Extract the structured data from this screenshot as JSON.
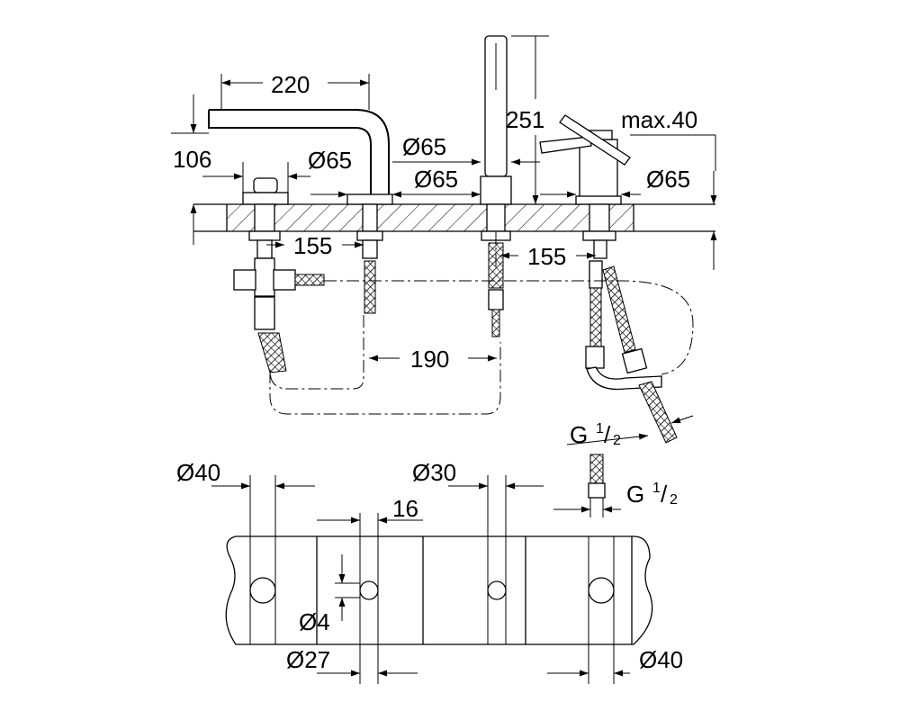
{
  "dimensions": {
    "spout_reach": "220",
    "spout_height": "106",
    "dia_65_a": "Ø65",
    "dia_65_b": "Ø65",
    "dia_65_c": "Ø65",
    "dia_65_d": "Ø65",
    "shower_height": "251",
    "lever_max": "max.40",
    "centers_155_left": "155",
    "centers_155_right": "155",
    "centers_190": "190",
    "thread_top_main": "G",
    "thread_top_num": "1",
    "thread_top_den": "2",
    "hole_40_left": "Ø40",
    "hole_30": "Ø30",
    "spacing_16": "16",
    "thread_bottom_main": "G",
    "thread_bottom_num": "1",
    "thread_bottom_den": "2",
    "dia_4": "Ø4",
    "dia_27": "Ø27",
    "hole_40_right": "Ø40"
  }
}
